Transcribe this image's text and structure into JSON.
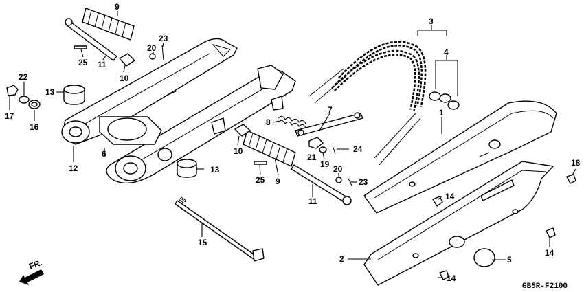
{
  "diagram_code": "GB5R-F2100",
  "front_marker": "FR.",
  "callouts": {
    "c1": "1",
    "c2": "2",
    "c3": "3",
    "c4": "4",
    "c5": "5",
    "c6": "6",
    "c7": "7",
    "c8": "8",
    "c9a": "9",
    "c9b": "9",
    "c10a": "10",
    "c10b": "10",
    "c11a": "11",
    "c11b": "11",
    "c12": "12",
    "c13a": "13",
    "c13b": "13",
    "c14a": "14",
    "c14b": "14",
    "c14c": "14",
    "c15": "15",
    "c16": "16",
    "c17": "17",
    "c18": "18",
    "c19": "19",
    "c20a": "20",
    "c20b": "20",
    "c21": "21",
    "c22": "22",
    "c23a": "23",
    "c23b": "23",
    "c24": "24",
    "c25a": "25",
    "c25b": "25"
  }
}
